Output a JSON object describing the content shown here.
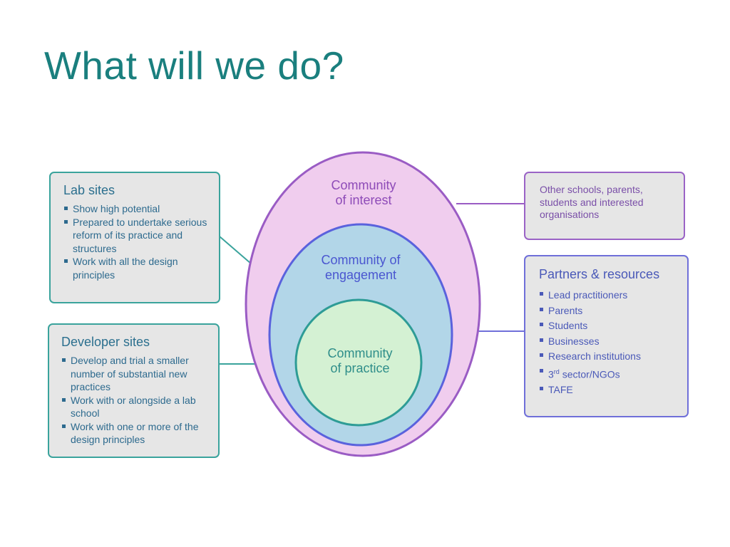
{
  "title": "What will we do?",
  "rings": {
    "interest": "Community\nof interest",
    "engagement": "Community of\nengagement",
    "practice": "Community\nof practice"
  },
  "lab_sites": {
    "heading": "Lab sites",
    "items": [
      "Show high potential",
      "Prepared to undertake serious reform of its practice and structures",
      "Work with all the design principles"
    ]
  },
  "developer_sites": {
    "heading": "Developer sites",
    "items": [
      "Develop and trial a smaller number of substantial new practices",
      "Work with or alongside a lab school",
      "Work with one or more of the design principles"
    ]
  },
  "other_schools": {
    "text": "Other schools, parents, students and interested organisations"
  },
  "partners": {
    "heading": "Partners & resources",
    "items": [
      "Lead practitioners",
      "Parents",
      "Students",
      "Businesses",
      "Research institutions",
      "3rd sector/NGOs",
      "TAFE"
    ]
  },
  "colors": {
    "title": "#1a7f7e",
    "interest_fill": "#f0cdee",
    "interest_stroke": "#9a5cc4",
    "engagement_fill": "#b2d6e8",
    "engagement_stroke": "#5a62dd",
    "practice_fill": "#d4f1d3",
    "practice_stroke": "#2e9c96"
  }
}
